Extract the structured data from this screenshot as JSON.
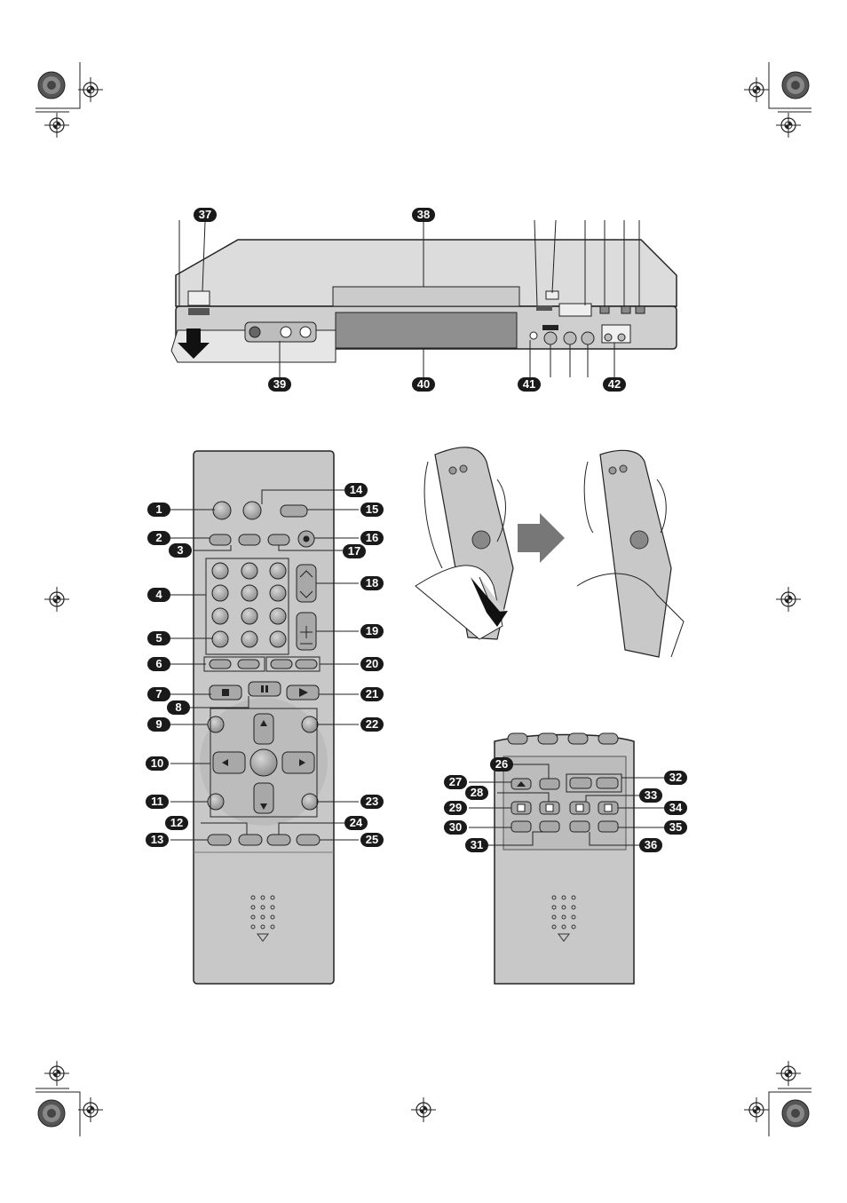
{
  "callouts": {
    "c1": "1",
    "c2": "2",
    "c3": "3",
    "c4": "4",
    "c5": "5",
    "c6": "6",
    "c7": "7",
    "c8": "8",
    "c9": "9",
    "c10": "10",
    "c11": "11",
    "c12": "12",
    "c13": "13",
    "c14": "14",
    "c15": "15",
    "c16": "16",
    "c17": "17",
    "c18": "18",
    "c19": "19",
    "c20": "20",
    "c21": "21",
    "c22": "22",
    "c23": "23",
    "c24": "24",
    "c25": "25",
    "c26": "26",
    "c27": "27",
    "c28": "28",
    "c29": "29",
    "c30": "30",
    "c31": "31",
    "c32": "32",
    "c33": "33",
    "c34": "34",
    "c35": "35",
    "c36": "36",
    "c37": "37",
    "c38": "38",
    "c39": "39",
    "c40": "40",
    "c41": "41",
    "c42": "42"
  },
  "colors": {
    "body_fill": "#d9d9d9",
    "remote_fill": "#c8c8c8",
    "button_fill": "#a9a9a9",
    "callout_fill": "#1a1a1a",
    "line": "#222222"
  }
}
